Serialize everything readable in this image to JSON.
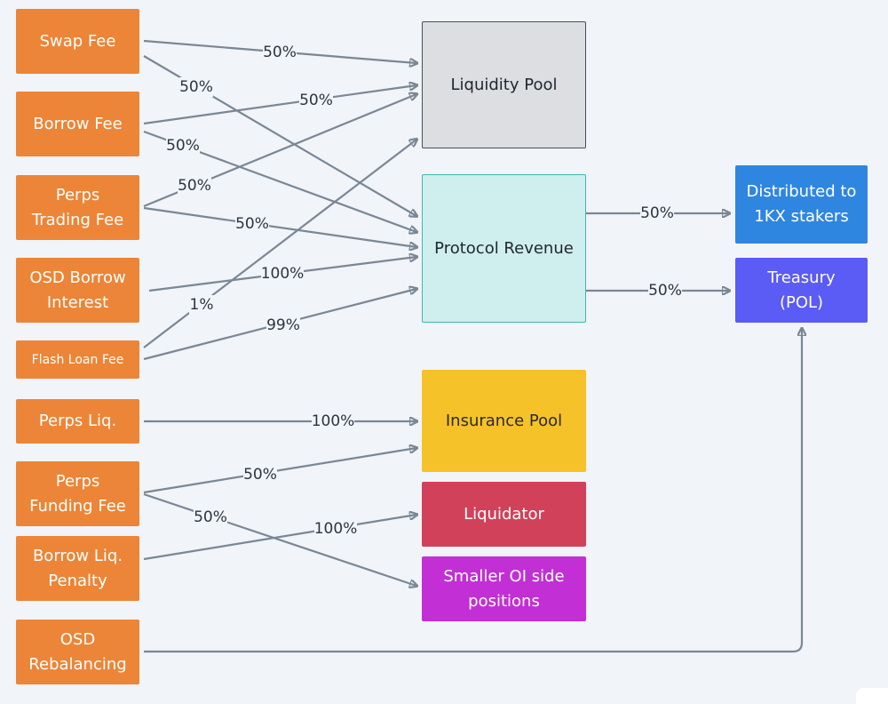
{
  "sources": {
    "swap_fee": "Swap Fee",
    "borrow_fee": "Borrow Fee",
    "perps_trading_fee": "Perps\nTrading Fee",
    "osd_borrow_interest": "OSD Borrow\nInterest",
    "flash_loan_fee": "Flash Loan Fee",
    "perps_liq": "Perps Liq.",
    "perps_funding_fee": "Perps\nFunding Fee",
    "borrow_liq_penalty": "Borrow Liq.\nPenalty",
    "osd_rebalancing": "OSD\nRebalancing"
  },
  "destinations": {
    "liquidity_pool": "Liquidity Pool",
    "protocol_revenue": "Protocol Revenue",
    "insurance_pool": "Insurance Pool",
    "liquidator": "Liquidator",
    "smaller_oi": "Smaller OI side\npositions",
    "distributed": "Distributed to\n1KX stakers",
    "treasury": "Treasury\n(POL)"
  },
  "flows": [
    {
      "from": "Swap Fee",
      "to": "Liquidity Pool",
      "label": "50%"
    },
    {
      "from": "Swap Fee",
      "to": "Protocol Revenue",
      "label": "50%"
    },
    {
      "from": "Borrow Fee",
      "to": "Liquidity Pool",
      "label": "50%"
    },
    {
      "from": "Borrow Fee",
      "to": "Protocol Revenue",
      "label": "50%"
    },
    {
      "from": "Perps Trading Fee",
      "to": "Liquidity Pool",
      "label": "50%"
    },
    {
      "from": "Perps Trading Fee",
      "to": "Protocol Revenue",
      "label": "50%"
    },
    {
      "from": "OSD Borrow Interest",
      "to": "Protocol Revenue",
      "label": "100%"
    },
    {
      "from": "Flash Loan Fee",
      "to": "Liquidity Pool",
      "label": "1%"
    },
    {
      "from": "Flash Loan Fee",
      "to": "Protocol Revenue",
      "label": "99%"
    },
    {
      "from": "Perps Liq.",
      "to": "Insurance Pool",
      "label": "100%"
    },
    {
      "from": "Perps Funding Fee",
      "to": "Insurance Pool",
      "label": "50%"
    },
    {
      "from": "Perps Funding Fee",
      "to": "Smaller OI side positions",
      "label": "50%"
    },
    {
      "from": "Borrow Liq. Penalty",
      "to": "Liquidator",
      "label": "100%"
    },
    {
      "from": "Protocol Revenue",
      "to": "Distributed to 1KX stakers",
      "label": "50%"
    },
    {
      "from": "Protocol Revenue",
      "to": "Treasury (POL)",
      "label": "50%"
    },
    {
      "from": "OSD Rebalancing",
      "to": "Treasury (POL)",
      "label": ""
    }
  ],
  "colors": {
    "source": "#ec8537",
    "liquidity_pool": "#dcdee1",
    "protocol_revenue": "#cfeeee",
    "insurance_pool": "#f5c22a",
    "liquidator": "#d2415a",
    "smaller_oi": "#c22fd4",
    "distributed": "#2f86e0",
    "treasury": "#5b5bf5",
    "arrow": "#7a8794"
  }
}
